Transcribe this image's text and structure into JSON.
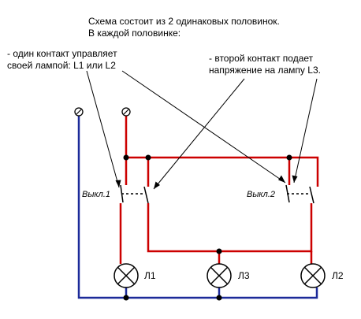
{
  "header": {
    "line1": "Схема состоит из 2 одинаковых половинок.",
    "line2": "В каждой половинке:"
  },
  "notes": {
    "left_line1": "- один контакт управляет",
    "left_line2": "своей лампой: L1 или L2",
    "right_line1": "- второй контакт подает",
    "right_line2": "напряжение на лампу L3."
  },
  "switches": {
    "sw1": "Выкл.1",
    "sw2": "Выкл.2"
  },
  "lamps": {
    "l1": "Л1",
    "l3": "Л3",
    "l2": "Л2"
  },
  "colors": {
    "phase": "#cc0000",
    "neutral": "#1c2a99",
    "ink": "#000000",
    "node": "#000000"
  }
}
